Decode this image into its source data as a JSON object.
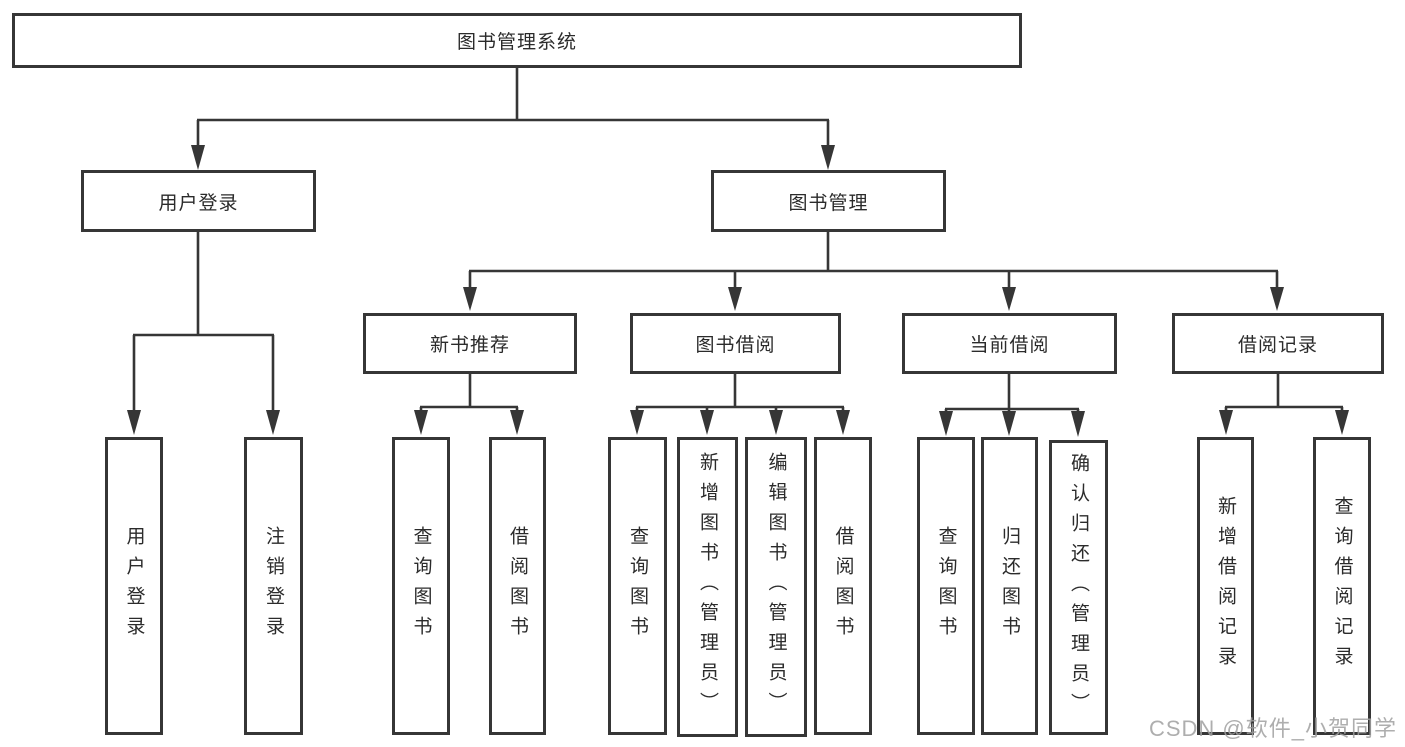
{
  "root": {
    "label": "图书管理系统"
  },
  "level2": {
    "user_login": {
      "label": "用户登录"
    },
    "book_management": {
      "label": "图书管理"
    }
  },
  "level3": {
    "new_book_recommend": {
      "label": "新书推荐"
    },
    "book_borrow": {
      "label": "图书借阅"
    },
    "current_borrow": {
      "label": "当前借阅"
    },
    "borrow_records": {
      "label": "借阅记录"
    }
  },
  "leaves": {
    "user_login": [
      "用户登录",
      "注销登录"
    ],
    "new_book_recommend": [
      "查询图书",
      "借阅图书"
    ],
    "book_borrow": [
      "查询图书",
      "新增图书（管理员）",
      "编辑图书（管理员）",
      "借阅图书"
    ],
    "current_borrow": [
      "查询图书",
      "归还图书",
      "确认归还（管理员）"
    ],
    "borrow_records": [
      "新增借阅记录",
      "查询借阅记录"
    ]
  },
  "watermark": {
    "text": "CSDN @软件_小贺同学"
  },
  "colors": {
    "line": "#363636",
    "box_border": "#363636",
    "text": "#2b2b2b",
    "watermark": "#a0a0a0",
    "background": "#ffffff"
  }
}
